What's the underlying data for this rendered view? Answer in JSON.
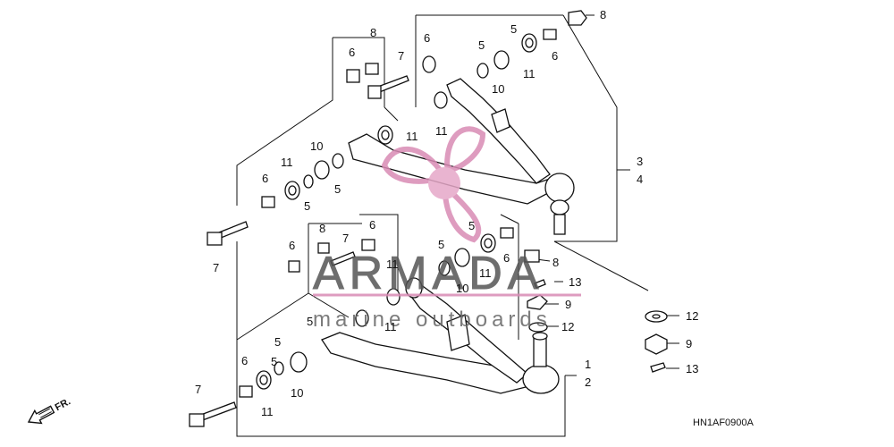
{
  "diagram": {
    "code": "HN1AF0900A",
    "direction_label": "FR.",
    "watermark": {
      "brand": "ARMADA",
      "tagline": "marine outboards",
      "color": "#d98bb5"
    },
    "callouts": {
      "c1": "1",
      "c2": "2",
      "c3": "3",
      "c4": "4",
      "c5": "5",
      "c6": "6",
      "c7": "7",
      "c8": "8",
      "c9": "9",
      "c10": "10",
      "c11": "11",
      "c12": "12",
      "c13": "13"
    }
  }
}
